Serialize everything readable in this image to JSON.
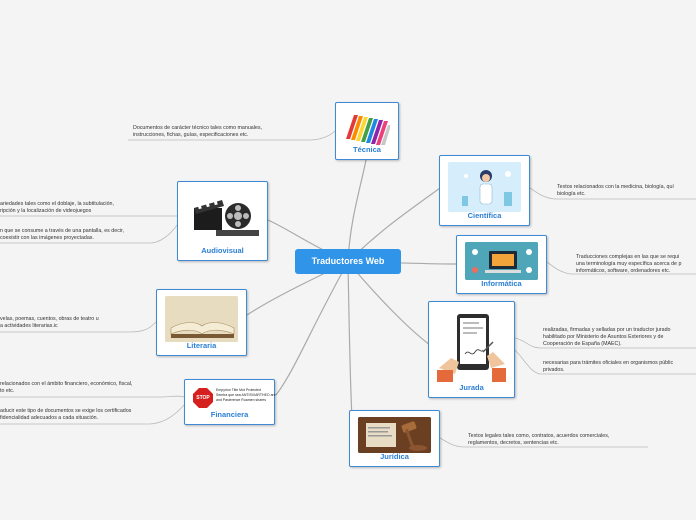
{
  "central": {
    "label": "Traductores Web"
  },
  "nodes": {
    "tecnica": {
      "label": "Técnica",
      "notes": [
        "Documentos de carácter técnico tales como manuales,\ninstrucciones, fichas, guías, especificaciones etc."
      ]
    },
    "cientifica": {
      "label": "Científica",
      "notes": [
        "Textos relacionados con la medicina, biología, quí\nbiología etc."
      ]
    },
    "informatica": {
      "label": "Informática",
      "notes": [
        "Traducciones complejas en las que se requi\nuna terminología muy específica acerca de p\ninformáticos, software, ordenadores etc."
      ]
    },
    "jurada": {
      "label": "Jurada",
      "notes": [
        "realizadas, firmadas y selladas por un traductor jurado\nhabilitado por Ministerio de Asuntos Exteriores y de\nCooperación de España (MAEC).",
        "necesarias para trámites oficiales en organismos públic\nprivados."
      ]
    },
    "juridica": {
      "label": "Jurídica",
      "notes": [
        "Textos legales tales como, contratos, acuerdos comerciales,\nreglamentos, decretos, sentencias etc."
      ]
    },
    "audiovisual": {
      "label": "Audiovisual",
      "notes": [
        "ariedades tales como el doblaje, la subtitulación,\nripción y la localización de videojuegos",
        "n que se consume a través de una pantalla, es decir,\ncoexistir con las imágenes proyectadas."
      ]
    },
    "literaria": {
      "label": "Literaria",
      "notes": [
        "velas, poemas, cuentos, obras de teatro u\na actividades literarias.ic"
      ]
    },
    "financiera": {
      "label": "Financiera",
      "notes": [
        "relacionados con el ámbito financiero, económico, fiscal,\nto etc.",
        "aducir este tipo de documentos se exige los certificados\nfidencialidad adecuados a cada situación."
      ],
      "image_text": {
        "stop": "STOP",
        "lines": [
          "Empyrion Title Mot Protected",
          "Semtra que sea ANTISVIARTHEO are",
          "and Pasierence Ruamen shares"
        ]
      }
    }
  },
  "colors": {
    "accent": "#3094e8",
    "border": "#3f8ad6",
    "label": "#2a7fd4",
    "line": "#a8a8a8",
    "background": "#f4f4f4"
  }
}
